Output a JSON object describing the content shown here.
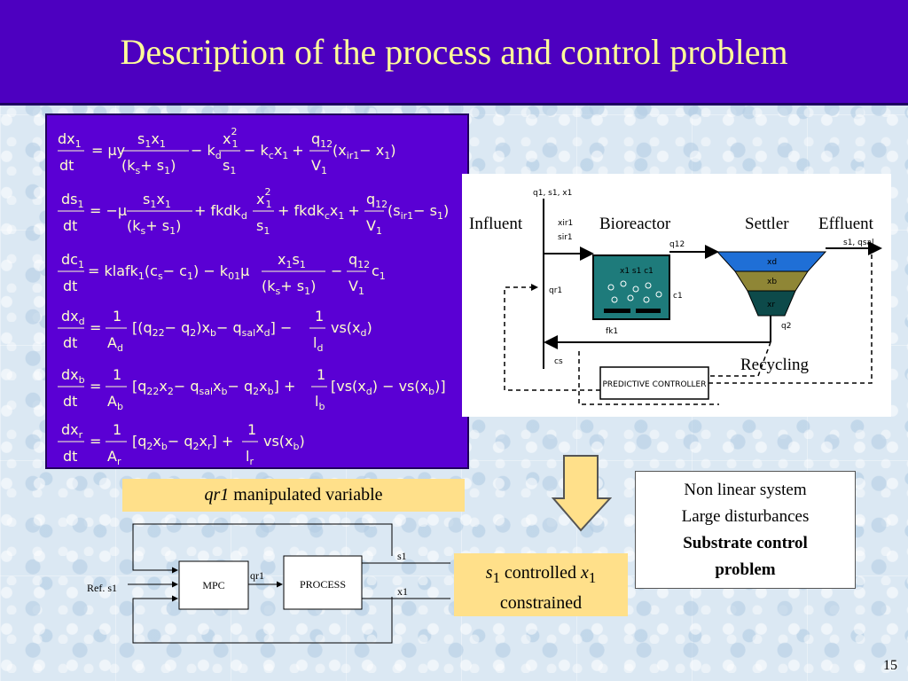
{
  "title": "Description of the process and control problem",
  "equations": {
    "e1": {
      "lhs_num": "dx",
      "lhs_num_sub": "1",
      "lhs_den": "dt",
      "mu": "μy",
      "f1_num": "s",
      "f1_num_sub1": "1",
      "f1_num2": "x",
      "f1_num_sub2": "1",
      "f1_den": "(k",
      "f1_den_sub": "s",
      "f1_den2": "+ s",
      "f1_den_sub2": "1",
      "f1_den3": ")",
      "kd": "− k",
      "kd_sub": "d",
      "f2_num": "x",
      "f2_num_sup": "2",
      "f2_num_sub": "1",
      "f2_den": "s",
      "f2_den_sub": "1",
      "kc": "− k",
      "kc_sub": "c",
      "kc2": "x",
      "kc2_sub": "1",
      "plus": "+",
      "q_num": "q",
      "q_num_sub": "12",
      "q_den": "V",
      "q_den_sub": "1",
      "tail": "(x",
      "tail_sub": "ir1",
      "tail2": "− x",
      "tail2_sub": "1",
      "tail3": ")"
    },
    "e2": {
      "lhs_num": "ds",
      "lhs_num_sub": "1",
      "lhs_den": "dt",
      "mu": "= −μ",
      "f1_num": "s",
      "f1_num_sub1": "1",
      "f1_num2": "x",
      "f1_num_sub2": "1",
      "f1_den": "(k",
      "f1_den_sub": "s",
      "f1_den2": "+ s",
      "f1_den_sub2": "1",
      "f1_den3": ")",
      "fk": "+ fkdk",
      "fk_sub": "d",
      "f2_num": "x",
      "f2_num_sup": "2",
      "f2_num_sub": "1",
      "f2_den": "s",
      "f2_den_sub": "1",
      "fk2": "+ fkdk",
      "fk2_sub": "c",
      "fk3": "x",
      "fk3_sub": "1",
      "plus": "+",
      "q_num": "q",
      "q_num_sub": "12",
      "q_den": "V",
      "q_den_sub": "1",
      "tail": "(s",
      "tail_sub": "ir1",
      "tail2": "− s",
      "tail2_sub": "1",
      "tail3": ")"
    },
    "e3": {
      "lhs_num": "dc",
      "lhs_num_sub": "1",
      "lhs_den": "dt",
      "a": "= klafk",
      "a_sub": "1",
      "b": "(c",
      "b_sub": "s",
      "c": "− c",
      "c_sub": "1",
      "d": ") − k",
      "d_sub": "01",
      "d2": "μ",
      "f_num": "x",
      "f_num_sub": "1",
      "f_num2": "s",
      "f_num_sub2": "1",
      "f_den": "(k",
      "f_den_sub": "s",
      "f_den2": "+ s",
      "f_den_sub2": "1",
      "f_den3": ")",
      "minus": "−",
      "q_num": "q",
      "q_num_sub": "12",
      "q_den": "V",
      "q_den_sub": "1",
      "tail": "c",
      "tail_sub": "1"
    },
    "e4": {
      "lhs_num": "dx",
      "lhs_num_sub": "d",
      "lhs_den": "dt",
      "eq": "=",
      "one": "1",
      "den": "A",
      "den_sub": "d",
      "body": "[(q",
      "body_sub": "22",
      "body2": "− q",
      "body2_sub": "2",
      "body3": ")x",
      "body3_sub": "b",
      "body4": "− q",
      "body4_sub": "sal",
      "body5": "x",
      "body5_sub": "d",
      "body6": "] −",
      "one2": "1",
      "den2": "l",
      "den2_sub": "d",
      "tail": "vs(x",
      "tail_sub": "d",
      "tail2": ")"
    },
    "e5": {
      "lhs_num": "dx",
      "lhs_num_sub": "b",
      "lhs_den": "dt",
      "eq": "=",
      "one": "1",
      "den": "A",
      "den_sub": "b",
      "body": "[q",
      "body_sub": "22",
      "body2": "x",
      "body2_sub": "2",
      "body3": "− q",
      "body3_sub": "sal",
      "body4": "x",
      "body4_sub": "b",
      "body5": "− q",
      "body5_sub": "2",
      "body6": "x",
      "body6_sub": "b",
      "body7": "] +",
      "one2": "1",
      "den2": "l",
      "den2_sub": "b",
      "tail": "[vs(x",
      "tail_sub": "d",
      "tail2": ") − vs(x",
      "tail2_sub": "b",
      "tail3": ")]"
    },
    "e6": {
      "lhs_num": "dx",
      "lhs_num_sub": "r",
      "lhs_den": "dt",
      "eq": "=",
      "one": "1",
      "den": "A",
      "den_sub": "r",
      "body": "[q",
      "body_sub": "2",
      "body2": "x",
      "body2_sub": "b",
      "body3": "− q",
      "body3_sub": "2",
      "body4": "x",
      "body4_sub": "r",
      "body5": "] +",
      "one2": "1",
      "den2": "l",
      "den2_sub": "r",
      "tail": "vs(x",
      "tail_sub": "b",
      "tail2": ")"
    }
  },
  "process_diagram": {
    "influent": "Influent",
    "bioreactor": "Bioreactor",
    "settler": "Settler",
    "effluent": "Effluent",
    "recycling": "Recycling",
    "controller": "PREDICTIVE CONTROLLER",
    "top_vars": "q1, s1, x1",
    "sir1": "xir1",
    "sir2": "sir1",
    "q12": "q12",
    "reactor_vars": "x1 s1 c1",
    "c1": "c1",
    "fk1": "fk1",
    "effluent_vars": "s1, qsal",
    "xd": "xd",
    "xb": "xb",
    "xr": "xr",
    "q2": "q2",
    "cs": "cs",
    "qr": "qr1"
  },
  "qr1_box": {
    "italic": "qr1",
    "text": " manipulated variable"
  },
  "control_box": {
    "s": "s",
    "s_sub": "1",
    "mid": " controlled ",
    "x": "x",
    "x_sub": "1",
    "line2": "constrained"
  },
  "info_box": {
    "line1": "Non linear system",
    "line2": "Large disturbances",
    "line3": "Substrate control",
    "line4": "problem"
  },
  "mpc_diagram": {
    "ref": "Ref. s1",
    "mpc": "MPC",
    "qr1": "qr1",
    "process": "PROCESS",
    "s1": "s1",
    "x1": "x1"
  },
  "page_number": "15"
}
